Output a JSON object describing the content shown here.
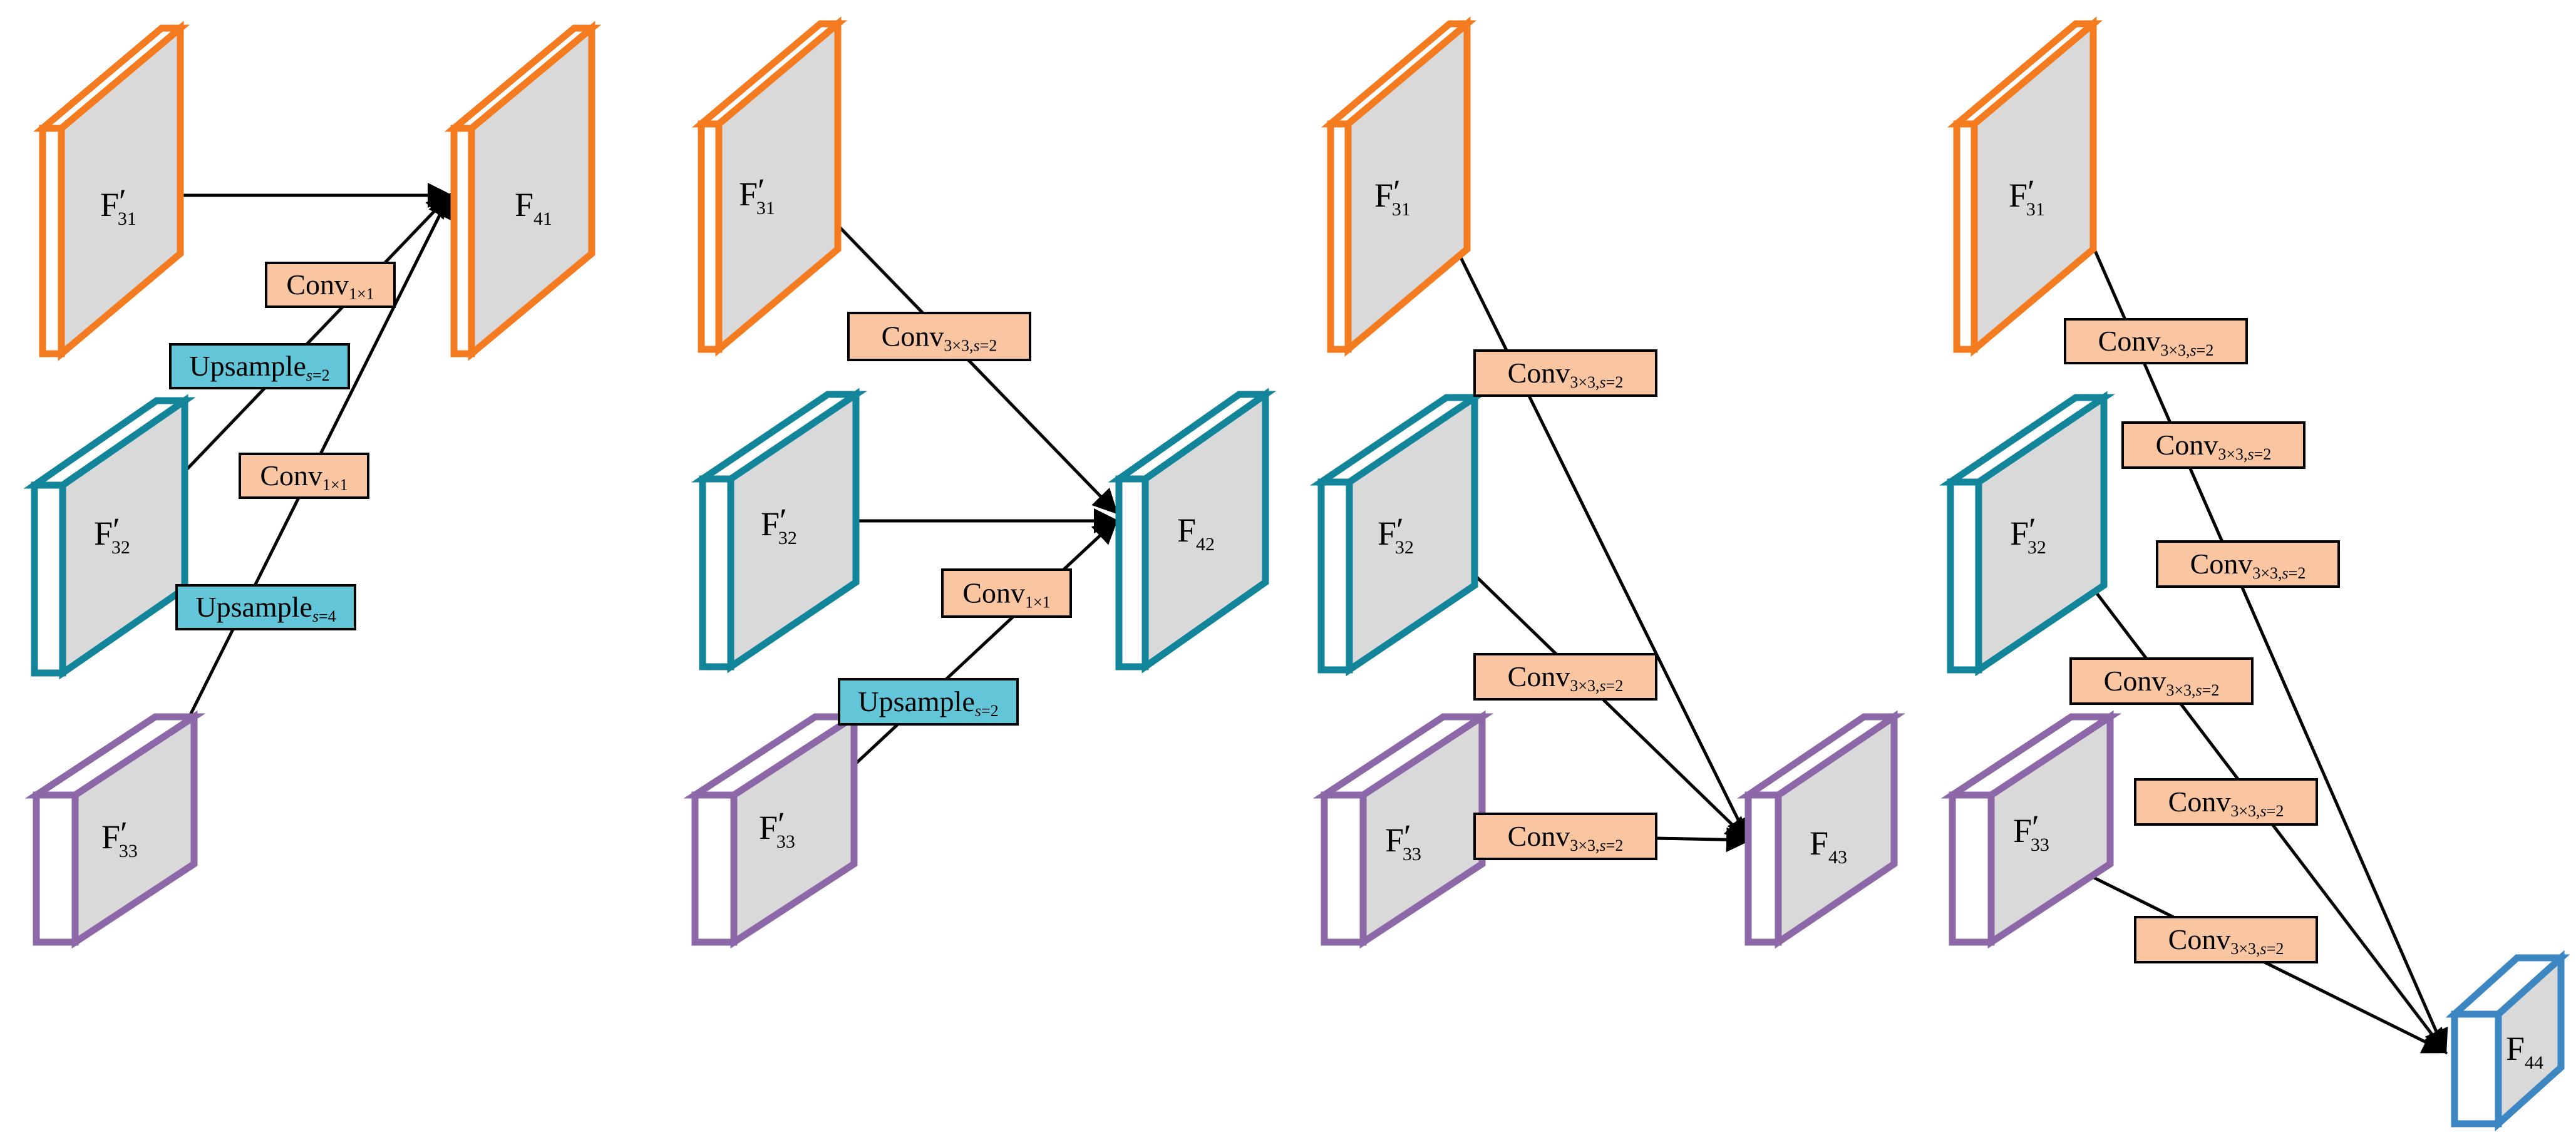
{
  "colors": {
    "orange": "#F47B20",
    "teal": "#13859A",
    "purple": "#8C68A8",
    "blue": "#3C86C2",
    "face": "#D9D9D9",
    "conv_fill": "#F9C6A1",
    "upsample_fill": "#63C6D8"
  },
  "feature_maps": {
    "f31": {
      "main": "F",
      "prime": "′",
      "sub": "31"
    },
    "f32": {
      "main": "F",
      "prime": "′",
      "sub": "32"
    },
    "f33": {
      "main": "F",
      "prime": "′",
      "sub": "33"
    },
    "f41": {
      "main": "F",
      "sub": "41"
    },
    "f42": {
      "main": "F",
      "sub": "42"
    },
    "f43": {
      "main": "F",
      "sub": "43"
    },
    "f44": {
      "main": "F",
      "sub": "44"
    }
  },
  "ops": {
    "conv1x1": {
      "main": "Conv",
      "sub": "1×1"
    },
    "conv3x3s2": {
      "main": "Conv",
      "sub_a": "3×3,",
      "sub_s": "s",
      "sub_b": "=2"
    },
    "upsample2": {
      "main": "Upsample",
      "sub_s": "s",
      "sub_b": "=2"
    },
    "upsample4": {
      "main": "Upsample",
      "sub_s": "s",
      "sub_b": "=4"
    }
  }
}
